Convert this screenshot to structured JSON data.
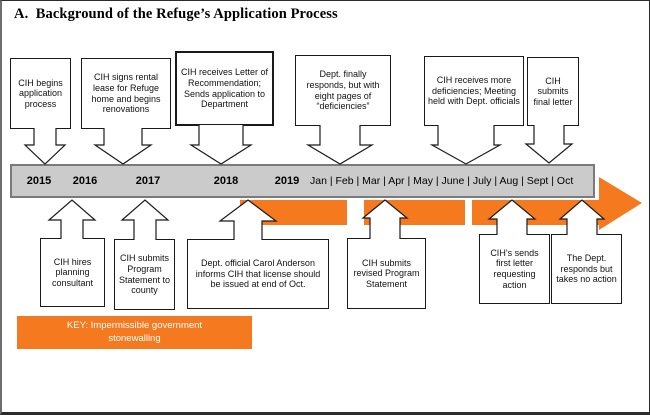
{
  "title": "A.  Background of the Refuge’s Application Process",
  "timeline": {
    "years": [
      "2015",
      "2016",
      "2017",
      "2018",
      "2019"
    ],
    "months": [
      "Jan",
      "Feb",
      "Mar",
      "Apr",
      "May",
      "June",
      "July",
      "Aug",
      "Sept",
      "Oct"
    ]
  },
  "top_events": [
    {
      "text": "CIH begins application process"
    },
    {
      "text": "CIH signs rental lease for Refuge home and begins renovations"
    },
    {
      "text": "CIH receives Letter of Recommendation; Sends application to Department"
    },
    {
      "text": "Dept. finally responds, but with eight pages of “deficiencies”"
    },
    {
      "text": "CIH receives more deficiencies; Meeting held with Dept. officials"
    },
    {
      "text": "CIH submits final letter"
    }
  ],
  "bottom_events": [
    {
      "text": "CIH hires planning consultant"
    },
    {
      "text": "CIH submits Program Statement to county"
    },
    {
      "text": "Dept. official Carol Anderson informs CIH that license should be issued at end of Oct."
    },
    {
      "text": "CIH submits revised Program Statement"
    },
    {
      "text": "CIH’s sends first letter requesting action"
    },
    {
      "text": "The Dept. responds but takes no action"
    }
  ],
  "key": {
    "label": "KEY: Impermissible government stonewalling"
  },
  "colors": {
    "stonewalling_orange": "#F4791F",
    "timeline_fill": "#CBCBCB",
    "timeline_border": "#7A7A7A"
  }
}
